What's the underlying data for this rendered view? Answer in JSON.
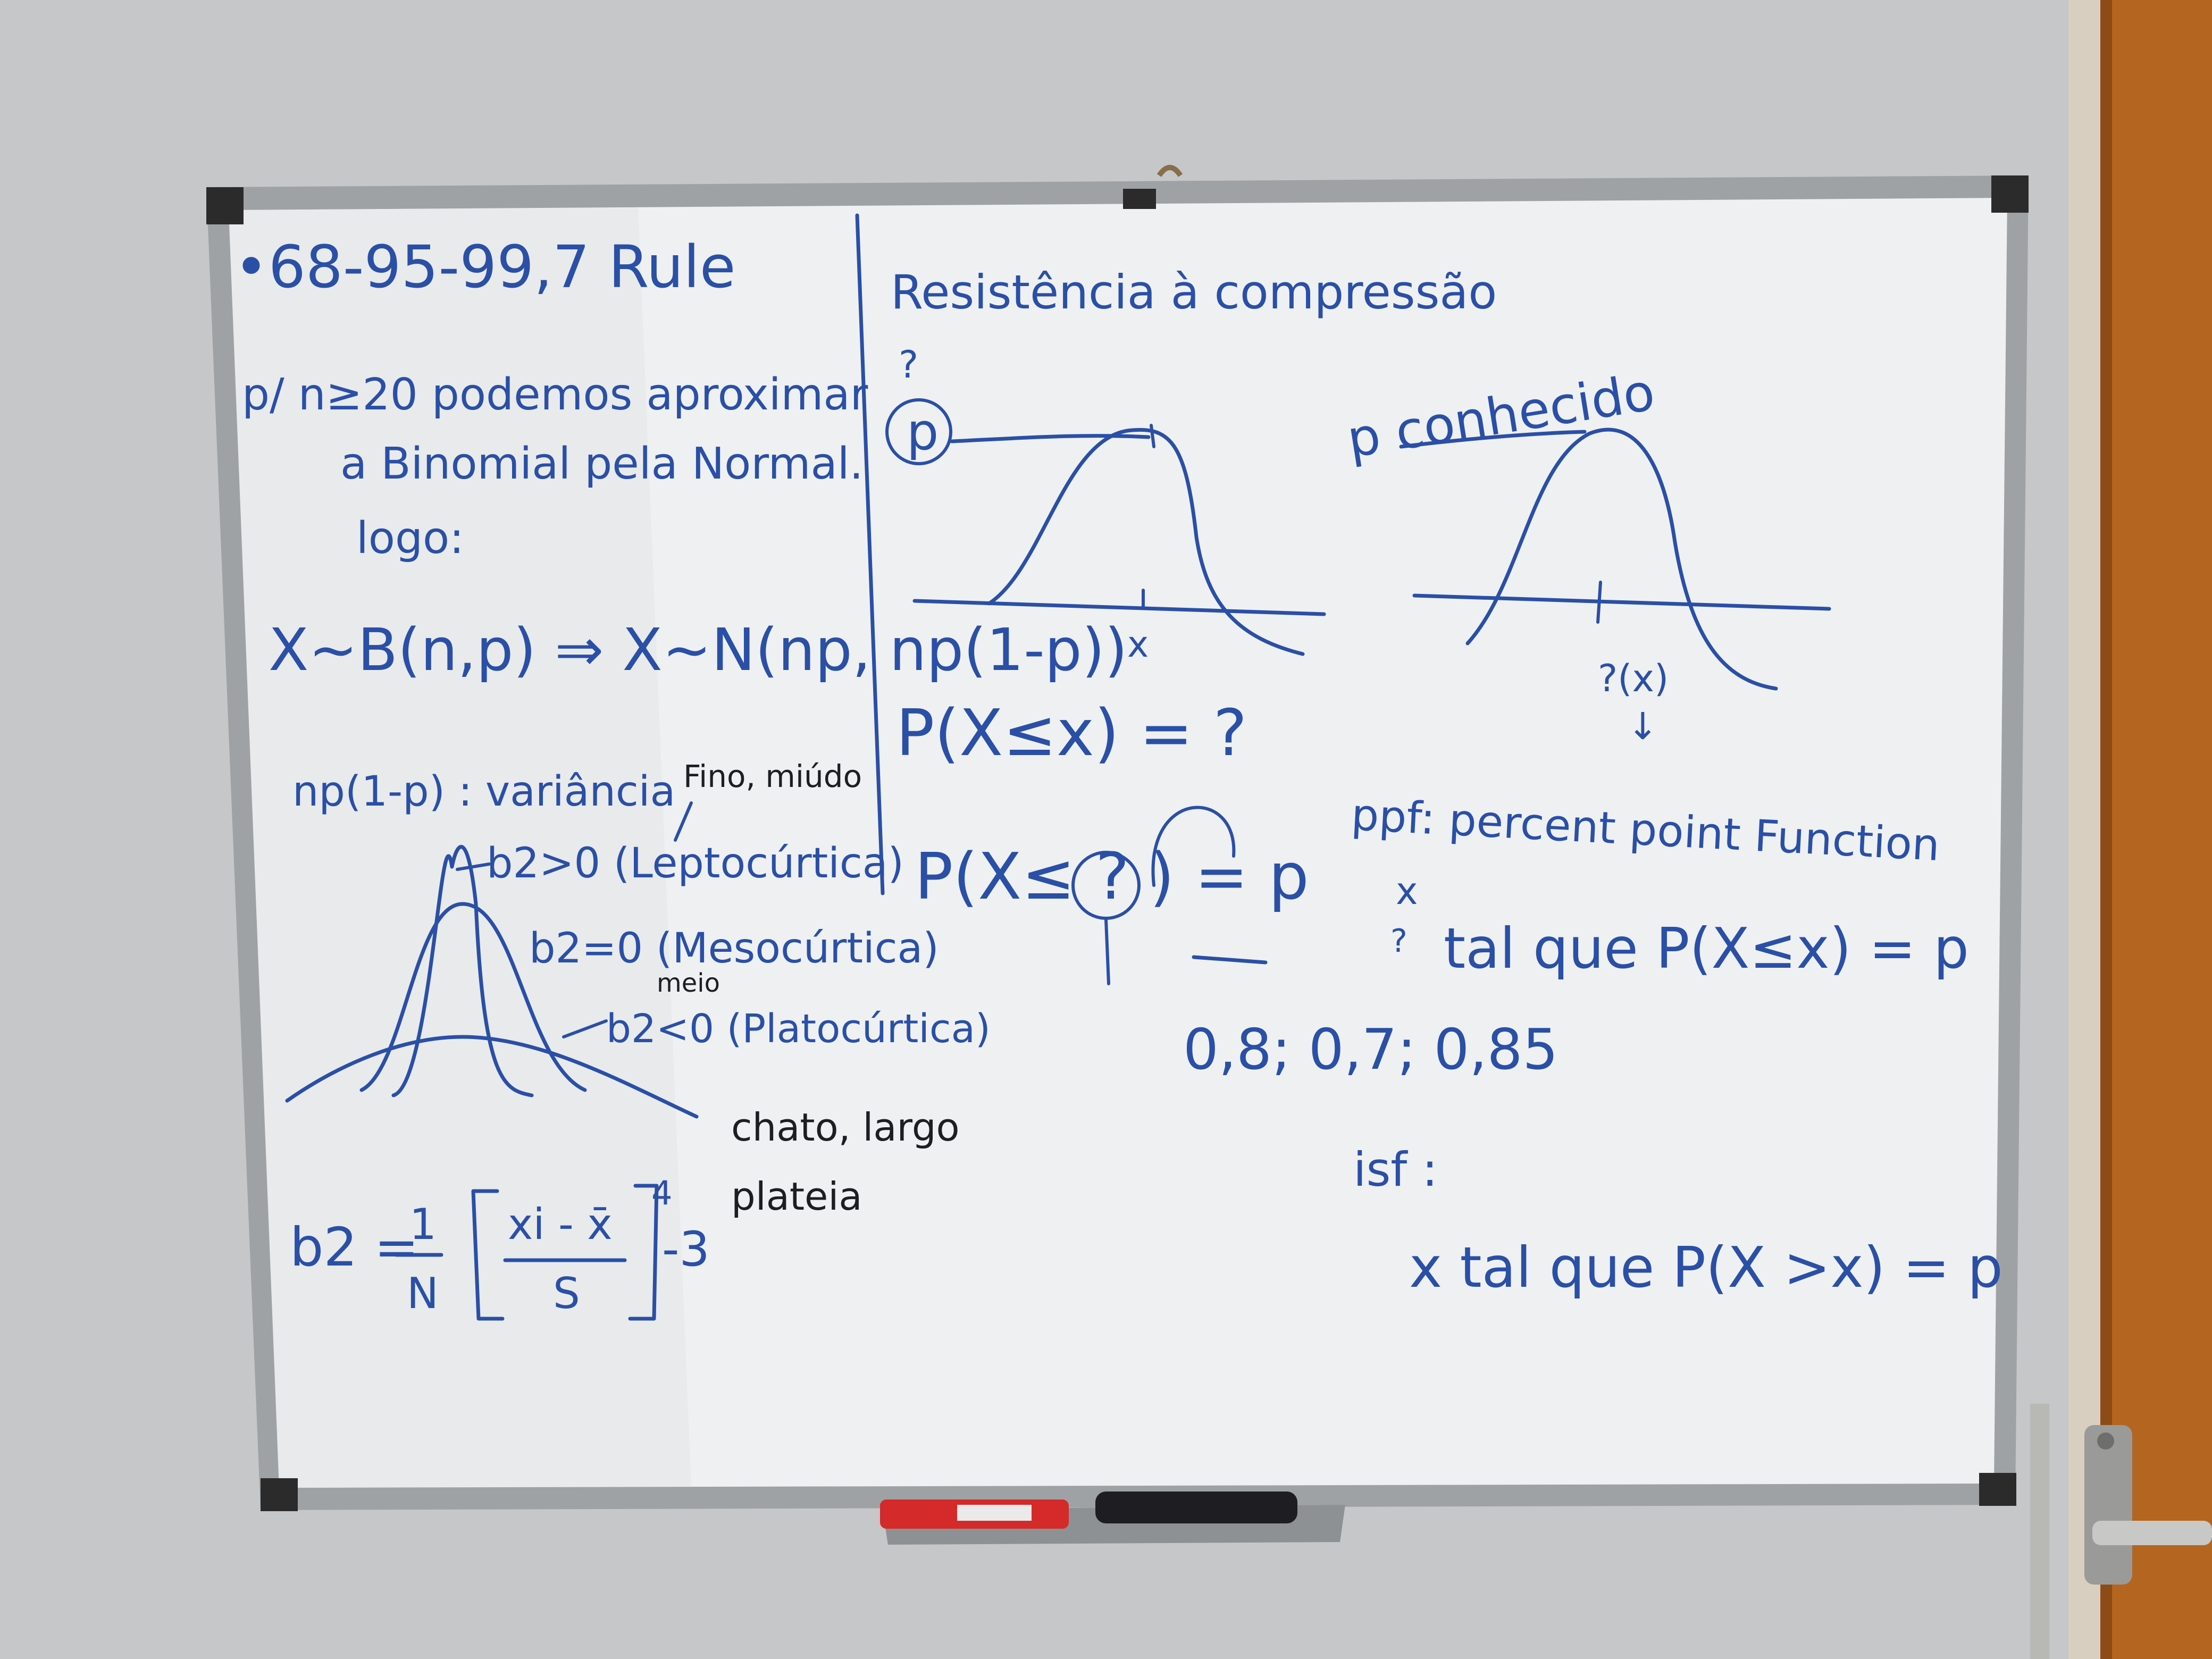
{
  "whiteboard": {
    "brand_badge": "",
    "left_panel": {
      "rule_title": "•68-95-99,7 Rule",
      "approx_line1": "p/ n≥20 podemos aproximar",
      "approx_line2": "a Binomial pela Normal.",
      "approx_line3": "logo:",
      "binomial_formula": "X~B(n,p) ⇒ X~N(np, np(1-p))",
      "variance_label": "np(1-p) : variância",
      "fino_note": "Fino, miúdo",
      "lepto_label": "b2>0 (Leptocúrtica)",
      "meso_label": "b2=0 (Mesocúrtica)",
      "meio_note": "meio",
      "plato_label": "b2<0 (Platocúrtica)",
      "chato_note": "chato, largo",
      "plateia_note": "plateia",
      "kurtosis_formula": {
        "lhs": "b2 =",
        "fraction_num": "1",
        "fraction_den": "N",
        "inner_num": "xi - x̄",
        "inner_den": "S",
        "exponent": "4",
        "tail": "-3"
      }
    },
    "right_panel": {
      "title": "Resistência à compressão",
      "q_mark_top": "?",
      "p_circled": "p",
      "x_tick": "x",
      "known_label": "p conhecido",
      "right_tick": "?(x)",
      "arrow_down": "↓",
      "cdf_question": "P(X≤x) = ?",
      "inverse_question": "P(X≤ ? ) = p",
      "inverse_circle": "?",
      "probabilities": "0,8; 0,7; 0,85",
      "ppf_label": "ppf: percent point Function",
      "ppf_x": "x",
      "ppf_q": "?",
      "ppf_def": "tal que P(X≤x) = p",
      "isf_label": "isf :",
      "isf_def": "x tal que P(X >x) = p"
    }
  },
  "marker_colors": {
    "ink": "#2a4fa6",
    "black": "#1d1d22",
    "red_marker": "#d42a2a"
  }
}
